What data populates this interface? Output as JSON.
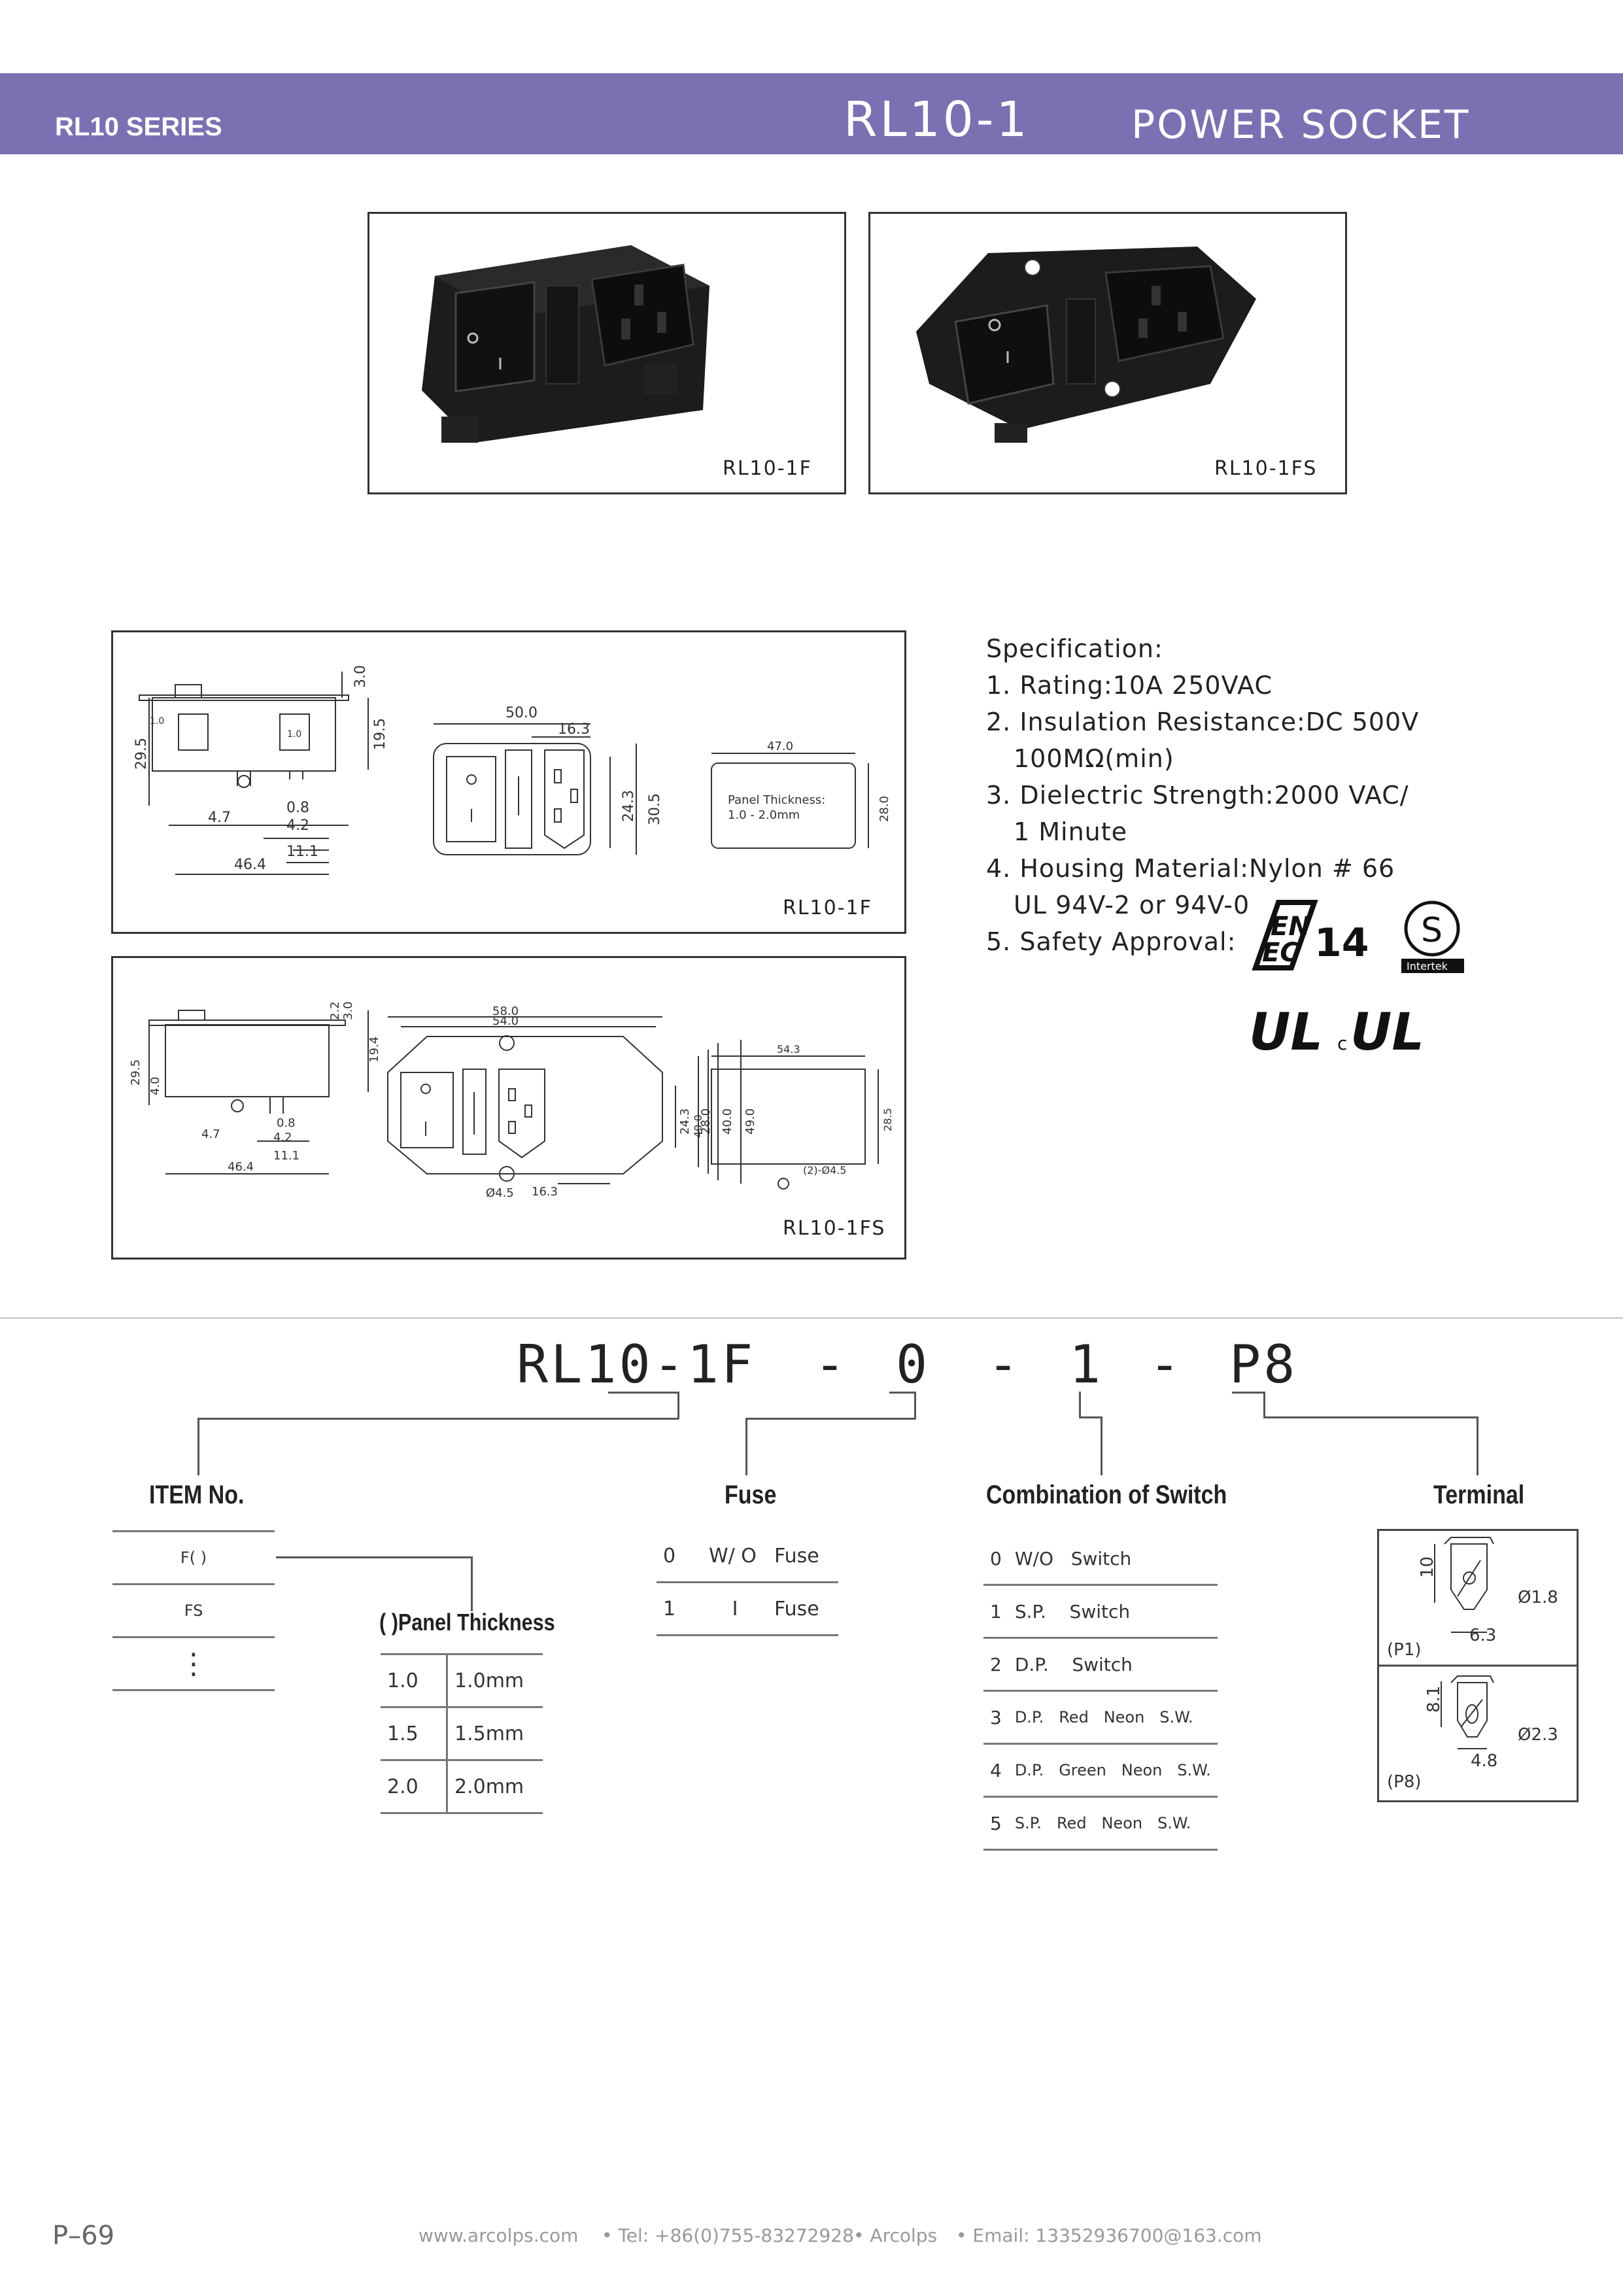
{
  "header": {
    "series": "RL10 SERIES",
    "model": "RL10-1",
    "product": "POWER SOCKET"
  },
  "photos": [
    {
      "caption": "RL10-1F"
    },
    {
      "caption": "RL10-1FS"
    }
  ],
  "drawings": {
    "f": {
      "caption": "RL10-1F",
      "switch_marks": [
        "1.0",
        "1.0"
      ],
      "dims": [
        "3.0",
        "19.5",
        "29.5",
        "4.7",
        "0.8",
        "4.2",
        "11.1",
        "46.4",
        "50.0",
        "16.3",
        "24.3",
        "30.5",
        "47.0",
        "28.0"
      ],
      "panel_label": "Panel Thickness:",
      "panel_range": "1.0 - 2.0mm"
    },
    "fs": {
      "caption": "RL10-1FS",
      "dims": [
        "2.2",
        "3.0",
        "19.4",
        "29.5",
        "4.0",
        "0.8",
        "4.7",
        "4.2",
        "11.1",
        "46.4",
        "58.0",
        "54.0",
        "24.3",
        "28.0",
        "40.0",
        "49.0",
        "Ø4.5",
        "16.3",
        "54.3",
        "40.0",
        "28.5",
        "(2)-Ø4.5"
      ]
    }
  },
  "spec": {
    "title": "Specification:",
    "lines": [
      "1. Rating:10A  250VAC",
      "2. Insulation Resistance:DC 500V",
      "100MΩ(min)",
      "3. Dielectric Strength:2000 VAC/",
      "1 Minute",
      "4. Housing Material:Nylon # 66",
      "UL 94V-2 or 94V-0",
      "5. Safety Approval:"
    ],
    "logos": {
      "en": "EN",
      "ec": "EC",
      "num": "14",
      "s": "S",
      "intertek": "Intertek",
      "ul": "UL",
      "c": "c"
    }
  },
  "order_code": {
    "base": "RL10-1F",
    "sep": "-",
    "fuse": "0",
    "switch": "1",
    "terminal": "P8"
  },
  "item_no": {
    "title": "ITEM No.",
    "rows": [
      "F( )",
      "FS",
      "⋮"
    ]
  },
  "panel_thickness": {
    "title": "( )Panel Thickness",
    "rows": [
      [
        "1.0",
        "1.0mm"
      ],
      [
        "1.5",
        "1.5mm"
      ],
      [
        "2.0",
        "2.0mm"
      ]
    ]
  },
  "fuse": {
    "title": "Fuse",
    "rows": [
      [
        "0",
        "W/ O",
        "Fuse"
      ],
      [
        "1",
        "I",
        "Fuse"
      ]
    ]
  },
  "combination": {
    "title": "Combination of Switch",
    "rows": [
      [
        "0",
        "W/O",
        "Switch"
      ],
      [
        "1",
        "S.P.",
        "Switch"
      ],
      [
        "2",
        "D.P.",
        "Switch"
      ],
      [
        "3",
        "D.P.",
        "Red",
        "Neon",
        "S.W."
      ],
      [
        "4",
        "D.P.",
        "Green",
        "Neon",
        "S.W."
      ],
      [
        "5",
        "S.P.",
        "Red",
        "Neon",
        "S.W."
      ]
    ]
  },
  "terminal": {
    "title": "Terminal",
    "p1": {
      "label": "(P1)",
      "h": "10",
      "d": "Ø1.8",
      "w": "6.3"
    },
    "p8": {
      "label": "(P8)",
      "h": "8.1",
      "d": "Ø2.3",
      "w": "4.8"
    }
  },
  "footer": {
    "page": "P–69",
    "web": "www.arcolps.com",
    "tel": "• Tel: +86(0)755-83272928",
    "brand": "• Arcolps",
    "email": "• Email: 13352936700@163.com"
  }
}
